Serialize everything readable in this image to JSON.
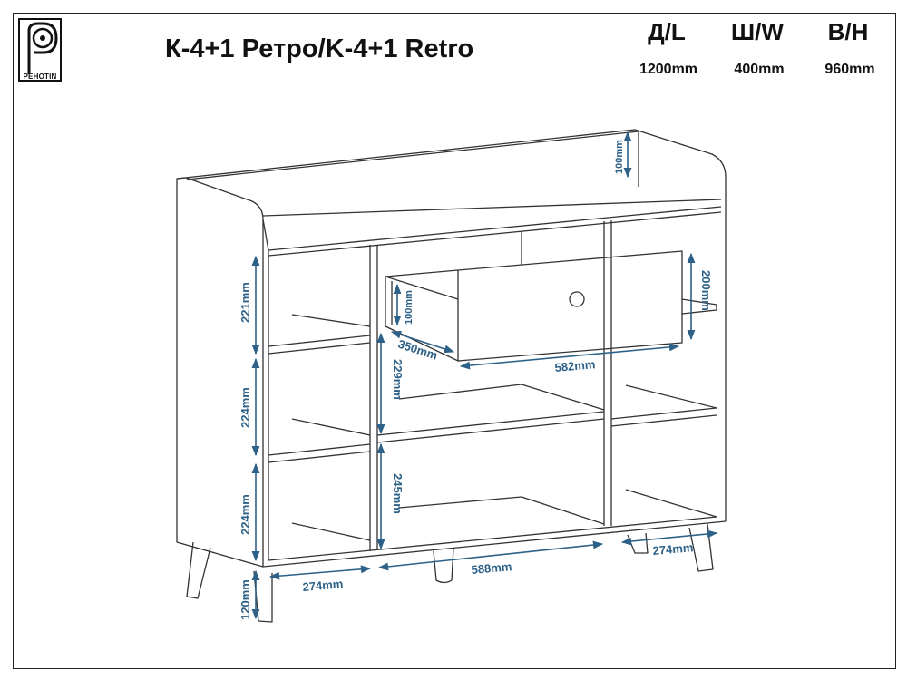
{
  "header": {
    "logo_text": "PEHOTIN",
    "title": "К-4+1 Ретро/K-4+1 Retro"
  },
  "dimensions": [
    {
      "head": "Д/L",
      "value": "1200mm"
    },
    {
      "head": "Ш/W",
      "value": "400mm"
    },
    {
      "head": "В/Н",
      "value": "960mm"
    }
  ],
  "measurements": {
    "back_rail": "100mm",
    "left_top": "221mm",
    "left_mid": "224mm",
    "left_bottom": "224mm",
    "leg_height": "120mm",
    "left_width": "274mm",
    "center_width": "588mm",
    "right_width": "274mm",
    "drawer_side": "100mm",
    "drawer_depth": "350mm",
    "drawer_width": "582mm",
    "drawer_height": "200mm",
    "center_upper": "229mm",
    "center_lower": "245mm"
  },
  "colors": {
    "line": "#333333",
    "dimension": "#2d6187"
  }
}
